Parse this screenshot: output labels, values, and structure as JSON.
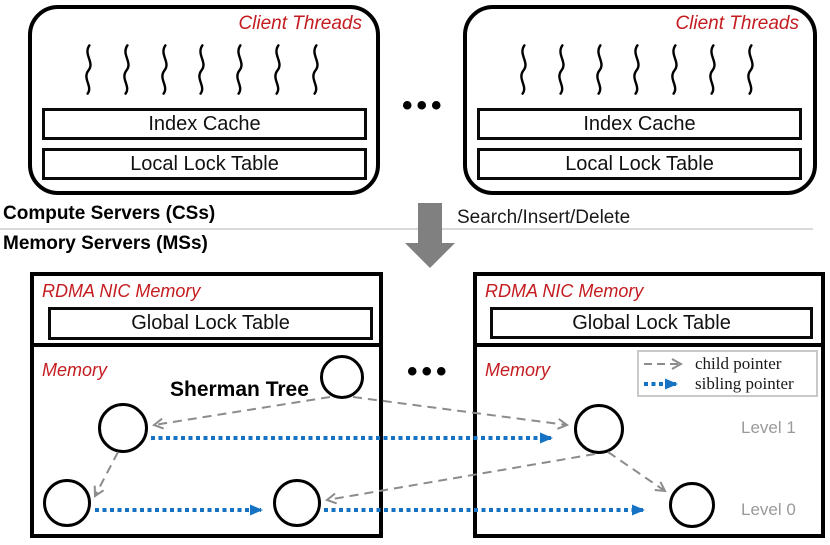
{
  "colors": {
    "red": "#c41c20",
    "blue": "#1673c4",
    "gray": "#8c8c8c",
    "arrowbig": "#808080",
    "label": "#9a9a9a",
    "line": "#d9d9d9"
  },
  "compute": {
    "label": "Compute Servers (CSs)",
    "ellipsis": "•••",
    "servers": [
      {
        "title": "Client Threads",
        "thread_count": 7,
        "boxes": [
          "Index Cache",
          "Local Lock Table"
        ]
      },
      {
        "title": "Client Threads",
        "thread_count": 7,
        "boxes": [
          "Index Cache",
          "Local Lock Table"
        ]
      }
    ]
  },
  "flow": {
    "label": "Search/Insert/Delete"
  },
  "memory": {
    "label": "Memory Servers (MSs)",
    "ellipsis": "•••",
    "servers": [
      {
        "nic_label": "RDMA NIC Memory",
        "lock_table": "Global Lock Table",
        "memory_label": "Memory",
        "tree_label": "Sherman Tree"
      },
      {
        "nic_label": "RDMA NIC Memory",
        "lock_table": "Global Lock Table",
        "memory_label": "Memory"
      }
    ],
    "legend": {
      "items": [
        {
          "label": "child pointer",
          "style": "gray-dashed"
        },
        {
          "label": "sibling pointer",
          "style": "blue-dotted"
        }
      ]
    },
    "levels": [
      "Level 1",
      "Level 0"
    ]
  }
}
